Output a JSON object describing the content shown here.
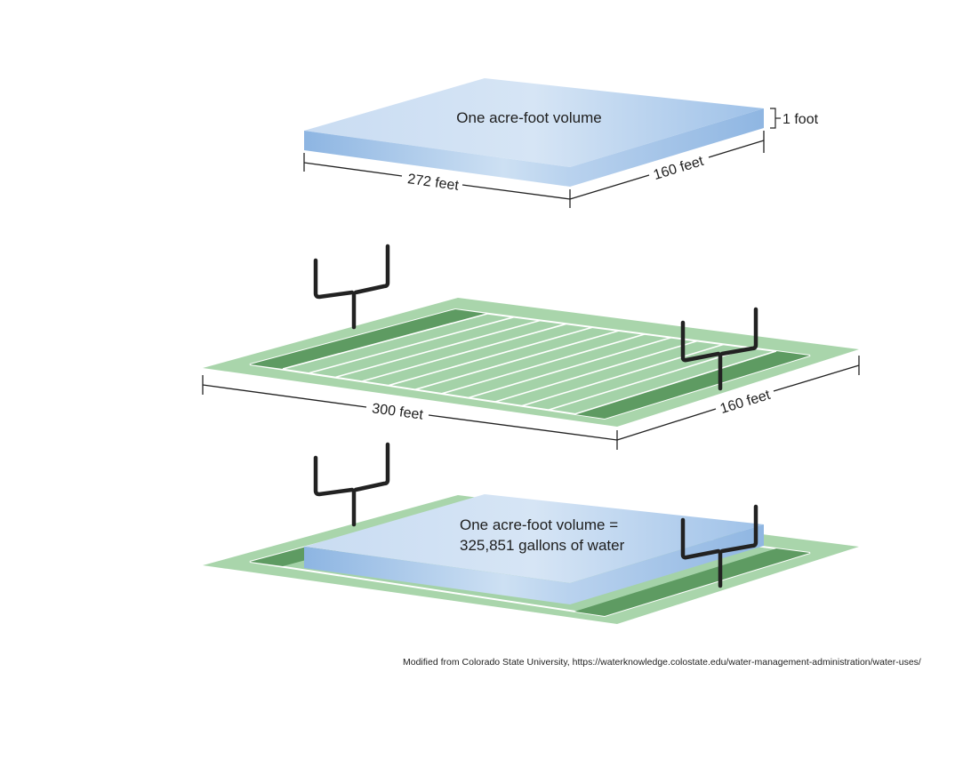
{
  "top_panel": {
    "volume_label": "One acre-foot volume",
    "height_label": "1 foot",
    "length_label": "272 feet",
    "width_label": "160 feet"
  },
  "middle_panel": {
    "length_label": "300 feet",
    "width_label": "160 feet"
  },
  "bottom_panel": {
    "volume_line1": "One acre-foot volume =",
    "volume_line2": "325,851 gallons of water"
  },
  "source": {
    "text": "Modified from Colorado State University, https://waterknowledge.colostate.edu/water-management-administration/water-uses/"
  },
  "colors": {
    "water_light": "#cfe0f3",
    "water_mid": "#a9c8ea",
    "water_dark": "#8db5e2",
    "field_light": "#9fd0a6",
    "field_mid": "#a9d5ab",
    "endzone": "#5e9b62",
    "goalpost": "#222222",
    "line": "#ffffff"
  }
}
